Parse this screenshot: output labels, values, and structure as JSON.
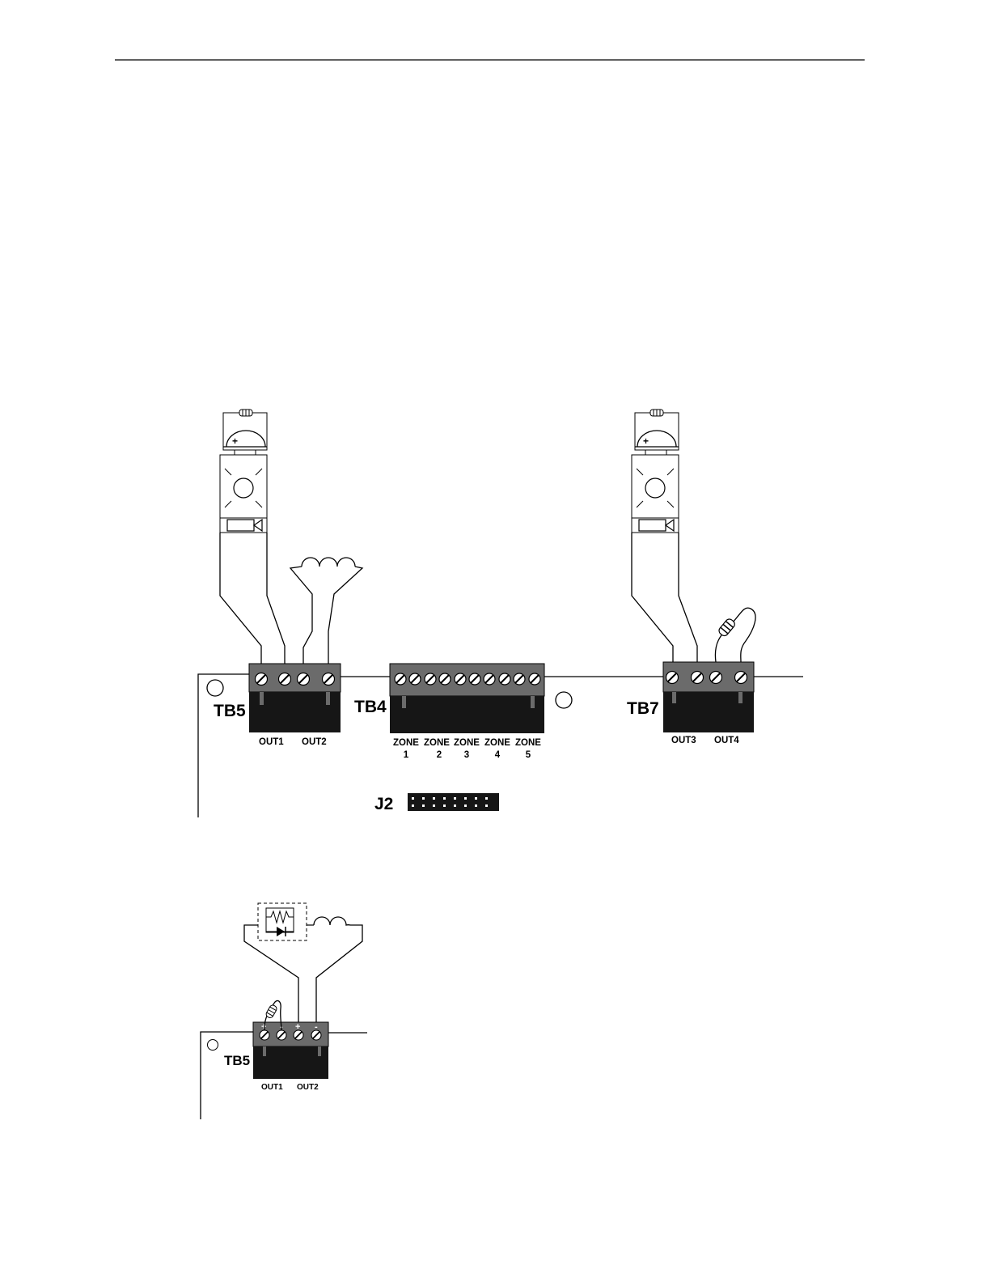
{
  "figure1": {
    "tb5": {
      "label": "TB5",
      "out_labels": [
        "OUT1",
        "OUT2"
      ]
    },
    "tb4": {
      "label": "TB4",
      "zone_word": "ZONE",
      "zones": [
        {
          "word": "ZONE",
          "num": "1"
        },
        {
          "word": "ZONE",
          "num": "2"
        },
        {
          "word": "ZONE",
          "num": "3"
        },
        {
          "word": "ZONE",
          "num": "4"
        },
        {
          "word": "ZONE",
          "num": "5"
        }
      ]
    },
    "tb7": {
      "label": "TB7",
      "out_labels": [
        "OUT3",
        "OUT4"
      ]
    },
    "j2": {
      "label": "J2"
    },
    "siren_plus": "+"
  },
  "figure2": {
    "tb5": {
      "label": "TB5",
      "out_labels": [
        "OUT1",
        "OUT2"
      ],
      "terminal_signs": [
        "+",
        "-",
        "+",
        "-"
      ]
    }
  },
  "colors": {
    "terminal_strip": "#6b6b6b",
    "block_body": "#161616",
    "line": "#000000"
  }
}
